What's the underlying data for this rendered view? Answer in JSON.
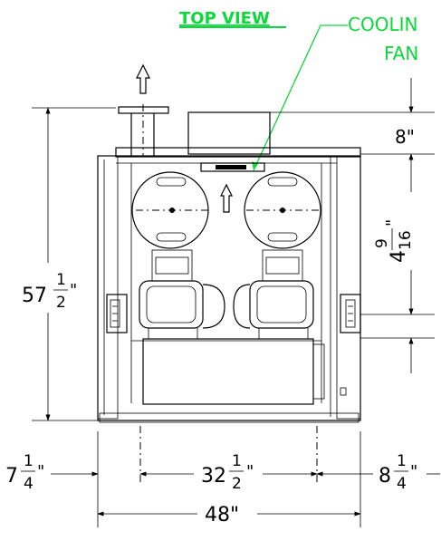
{
  "title": "TOP VIEW",
  "callout": {
    "line1": "COOLIN",
    "line2": "FAN"
  },
  "dims": {
    "height_whole": "57",
    "height_num": "1",
    "height_den": "2",
    "height_unit": "\"",
    "top_gap": "8\"",
    "right_whole": "4",
    "right_num": "9",
    "right_den": "16",
    "right_unit": "\"",
    "left_whole": "7",
    "left_num": "1",
    "left_den": "4",
    "left_unit": "\"",
    "mid_whole": "32",
    "mid_num": "1",
    "mid_den": "2",
    "mid_unit": "\"",
    "rt_whole": "8",
    "rt_num": "1",
    "rt_den": "4",
    "rt_unit": "\"",
    "total": "48\""
  },
  "colors": {
    "accent": "#0bd83a",
    "line": "#000000"
  }
}
